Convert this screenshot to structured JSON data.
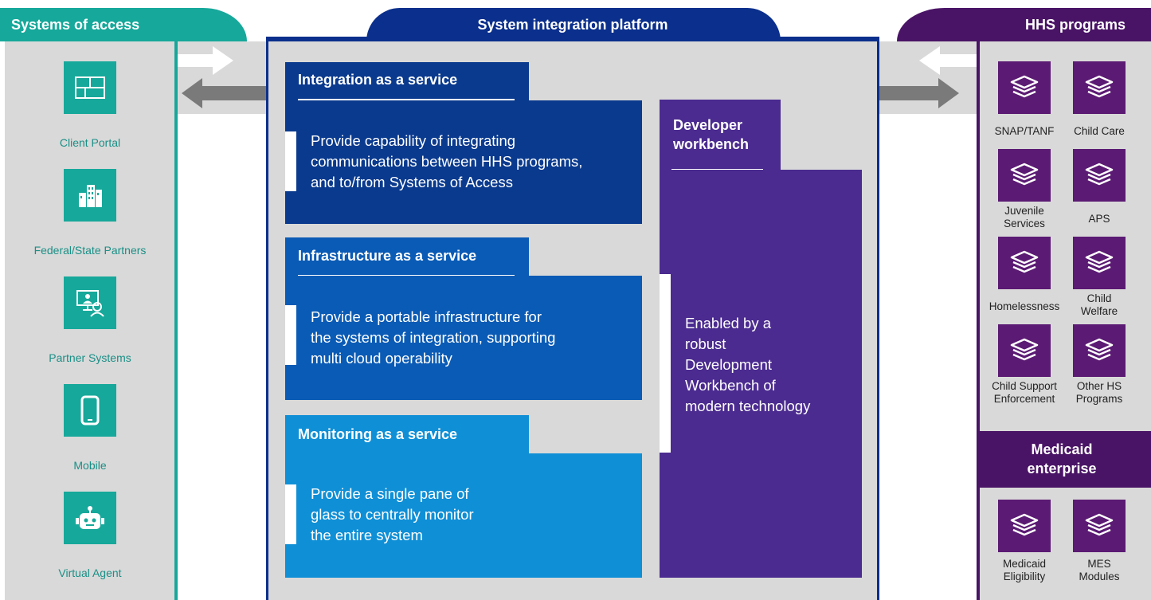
{
  "left": {
    "title": "Systems of access",
    "items": [
      {
        "label": "Client Portal",
        "icon": "portal-icon"
      },
      {
        "label": "Federal/State Partners",
        "icon": "buildings-icon"
      },
      {
        "label": "Partner Systems",
        "icon": "partner-systems-icon"
      },
      {
        "label": "Mobile",
        "icon": "mobile-icon"
      },
      {
        "label": "Virtual Agent",
        "icon": "robot-icon"
      }
    ]
  },
  "center": {
    "title": "System integration platform",
    "services": [
      {
        "title": "Integration as a service",
        "text": [
          "Provide capability of integrating",
          "communications between HHS programs,",
          "and to/from Systems of Access"
        ]
      },
      {
        "title": "Infrastructure as a service",
        "text": [
          "Provide a portable infrastructure for",
          "the systems of integration, supporting",
          "multi cloud operability"
        ]
      },
      {
        "title": "Monitoring as a service",
        "text": [
          "Provide a single pane of",
          "glass to centrally monitor",
          "the entire system"
        ]
      }
    ],
    "workbench": {
      "title": [
        "Developer",
        "workbench"
      ],
      "text": [
        "Enabled by a",
        "robust",
        "Development",
        "Workbench of",
        "modern technology"
      ]
    }
  },
  "right": {
    "title": "HHS programs",
    "programs": [
      [
        "SNAP/TANF"
      ],
      [
        "Child Care"
      ],
      [
        "Juvenile",
        "Services"
      ],
      [
        "APS"
      ],
      [
        "Homelessness"
      ],
      [
        "Child",
        "Welfare"
      ],
      [
        "Child Support",
        "Enforcement"
      ],
      [
        "Other HS",
        "Programs"
      ]
    ],
    "medicaid": {
      "title": [
        "Medicaid",
        "enterprise"
      ],
      "items": [
        [
          "Medicaid",
          "Eligibility"
        ],
        [
          "MES",
          "Modules"
        ]
      ]
    }
  },
  "colors": {
    "teal": "#16a89a",
    "navy": "#0a2f8c",
    "dark_blue": "#0a3a8e",
    "mid_blue": "#0a5bb5",
    "light_blue": "#0f8fd6",
    "purple": "#4b2b8f",
    "plum": "#4a1466",
    "gray": "#d9d9d9"
  }
}
